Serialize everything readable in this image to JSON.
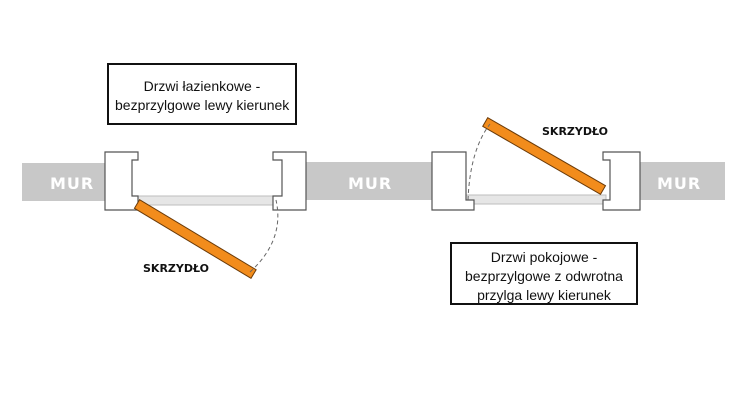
{
  "wall_label": "MUR",
  "leaf_label": "SKRZYDŁO",
  "captions": {
    "left": [
      "Drzwi łazienkowe -",
      "bezprzylgowe lewy kierunek"
    ],
    "right": [
      "Drzwi pokojowe -",
      "bezprzylgowe z odwrotna",
      "przylga lewy kierunek"
    ]
  },
  "colors": {
    "wall": "#c8c8c8",
    "wall_text": "#ffffff",
    "door_leaf": "#f28c1c",
    "frame": "#ffffff",
    "line": "#666666"
  }
}
